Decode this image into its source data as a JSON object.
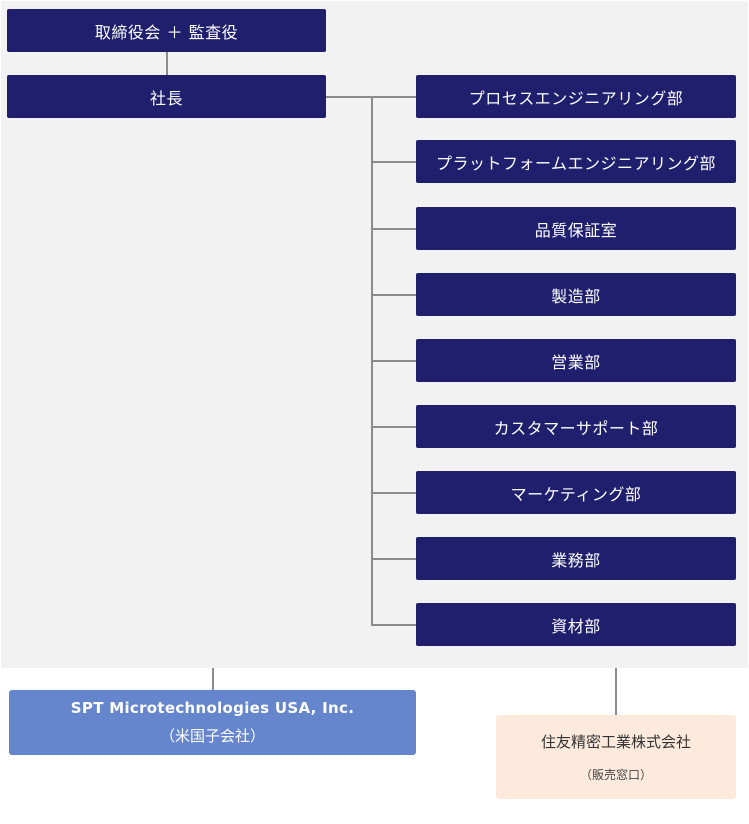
{
  "board": {
    "label": "取締役会 ＋ 監査役"
  },
  "president": {
    "label": "社長"
  },
  "departments": [
    "プロセスエンジニアリング部",
    "プラットフォームエンジニアリング部",
    "品質保証室",
    "製造部",
    "営業部",
    "カスタマーサポート部",
    "マーケティング部",
    "業務部",
    "資材部"
  ],
  "subsidiary": {
    "name": "SPT Microtechnologies USA, Inc.",
    "note": "（米国子会社）"
  },
  "sales_agent": {
    "name": "住友精密工業株式会社",
    "note": "（販売窓口）"
  },
  "colors": {
    "box": "#1f1f6e",
    "subsidiary": "#6586cc",
    "sales_agent": "#fdeadd",
    "panel": "#f2f2f2",
    "line": "#8c8c8c"
  }
}
